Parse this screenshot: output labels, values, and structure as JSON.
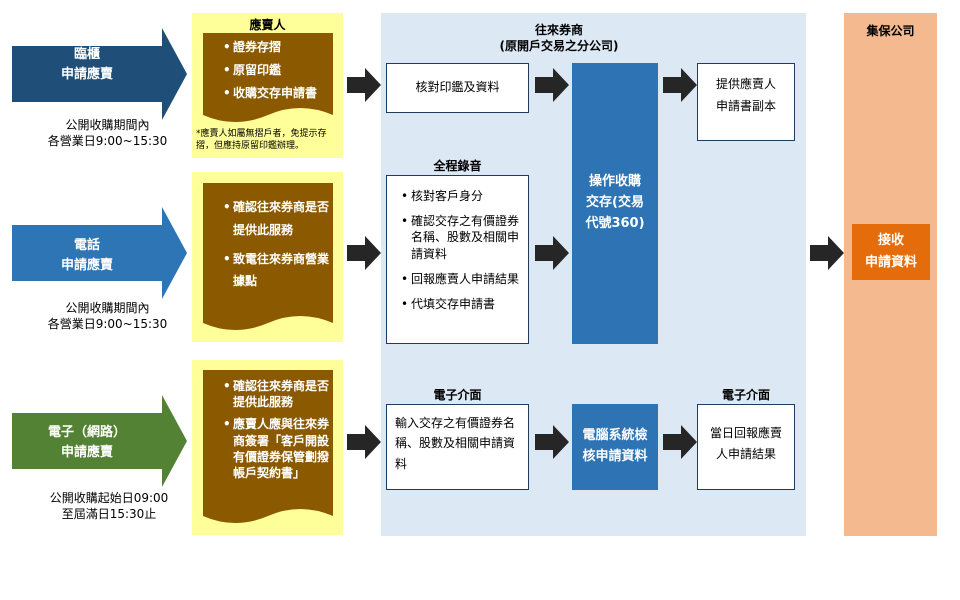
{
  "channels": [
    {
      "label": "臨櫃\n申請應賣",
      "color": "#1f4e79",
      "time": "公開收購期間內\n各營業日9:00~15:30"
    },
    {
      "label": "電話\n申請應賣",
      "color": "#2e75b6",
      "time": "公開收購期間內\n各營業日9:00~15:30"
    },
    {
      "label": "電子（網路）\n申請應賣",
      "color": "#548235",
      "time": "公開收購起始日09:00\n至屆滿日15:30止"
    }
  ],
  "seller": {
    "title": "應賣人",
    "row1_items": [
      "證券存摺",
      "原留印鑑",
      "收購交存申請書"
    ],
    "row1_note": "*應賣人如屬無摺戶者，免提示存摺，但應持原留印鑑辦理。",
    "row2_items": [
      "確認往來券商是否提供此服務",
      "致電往來券商營業據點"
    ],
    "row3_items": [
      "確認往來券商是否提供此服務",
      "應賣人應與往來券商簽署「客戶開設有價證券保管劃撥帳戶契約書」"
    ]
  },
  "broker": {
    "title": "往來券商\n(原開戶交易之分公司)",
    "row1_box": "核對印鑑及資料",
    "row2_title": "全程錄音",
    "row2_items": [
      "核對客戶身分",
      "確認交存之有價證券名稱、股數及相關申請資料",
      "回報應賣人申請結果",
      "代填交存申請書"
    ],
    "row3_title": "電子介面",
    "row3_box": "輸入交存之有價證券名稱、股數及相關申請資料",
    "operate": "操作收購交存(交易代號360)",
    "computer_check": "電腦系統檢核申請資料",
    "copy_box": "提供應賣人申請書副本",
    "row3_title2": "電子介面",
    "result_box": "當日回報應賣人申請結果"
  },
  "depository": {
    "title": "集保公司",
    "receive": "接收\n申請資料",
    "receive_color": "#e46c0a"
  }
}
